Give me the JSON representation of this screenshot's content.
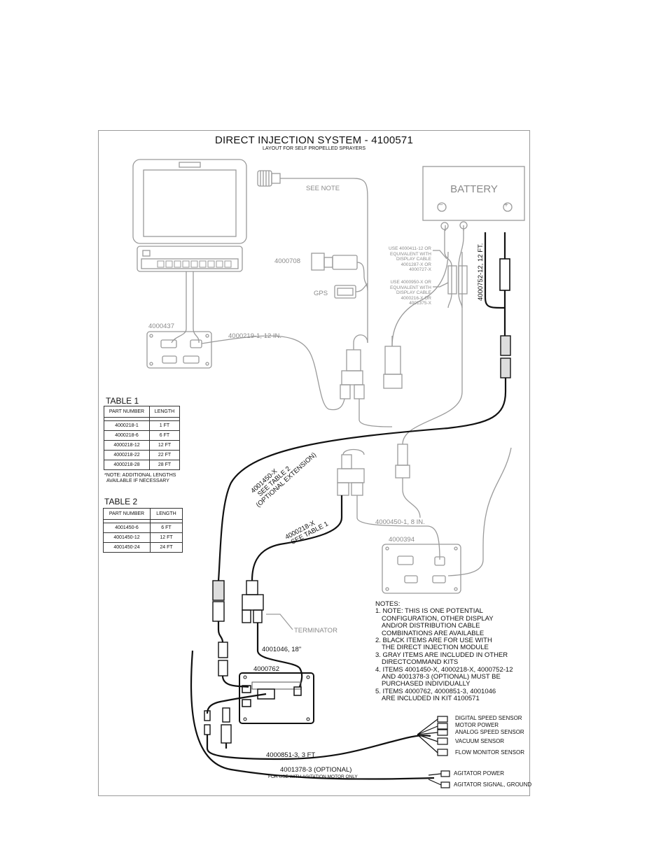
{
  "header": {
    "title": "DIRECT INJECTION SYSTEM - 4100571",
    "subtitle": "LAYOUT FOR SELF PROPELLED SPRAYERS"
  },
  "labels": {
    "see_note": "SEE NOTE",
    "part_4000708": "4000708",
    "gps": "GPS",
    "part_4000437": "4000437",
    "cable_4000219": "4000219-1, 12 IN.",
    "battery": "BATTERY",
    "battery_neg": "−",
    "battery_pos": "+",
    "use_1_lines": [
      "USE 4000411-12 OR",
      "EQUIVALENT WITH",
      "DISPLAY CABLE",
      "4001287-X OR",
      "4000727-X"
    ],
    "use_2_lines": [
      "USE 4000950-X OR",
      "EQUIVALENT WITH",
      "DISPLAY CABLE",
      "4000216-X OR",
      "4001375-X"
    ],
    "cable_4000752": "4000752-12, 12 FT.",
    "ext_lines": [
      "4001450-X",
      "SEE TABLE 2",
      "(OPTIONAL EXTENSION)"
    ],
    "cable_4000218_lines": [
      "4000218-X",
      "SEE TABLE 1"
    ],
    "cable_4000450": "4000450-1, 8 IN.",
    "part_4000394": "4000394",
    "terminator": "TERMINATOR",
    "cable_4001046": "4001046, 18\"",
    "part_4000762": "4000762",
    "cable_4000851": "4000851-3, 3 FT",
    "optional": "4001378-3 (OPTIONAL)",
    "optional_sub": "FOR USE WITH AGITATION MOTOR ONLY"
  },
  "table1": {
    "title": "TABLE 1",
    "headers": [
      "PART NUMBER",
      "LENGTH"
    ],
    "rows": [
      [
        "4000218-1",
        "1 FT"
      ],
      [
        "4000218-6",
        "6 FT"
      ],
      [
        "4000218-12",
        "12 FT"
      ],
      [
        "4000218-22",
        "22 FT"
      ],
      [
        "4000218-28",
        "28 FT"
      ]
    ],
    "note_lines": [
      "*NOTE: ADDITIONAL LENGTHS",
      " AVAILABLE IF NECESSARY"
    ]
  },
  "table2": {
    "title": "TABLE 2",
    "headers": [
      "PART NUMBER",
      "LENGTH"
    ],
    "rows": [
      [
        "4001450-6",
        "6 FT"
      ],
      [
        "4001450-12",
        "12 FT"
      ],
      [
        "4001450-24",
        "24 FT"
      ]
    ]
  },
  "notes": {
    "heading": "NOTES:",
    "lines": [
      {
        "text": "1. NOTE: THIS IS ONE POTENTIAL",
        "indent": false
      },
      {
        "text": "CONFIGURATION, OTHER DISPLAY",
        "indent": true
      },
      {
        "text": "AND/OR DISTRIBUTION CABLE",
        "indent": true
      },
      {
        "text": "COMBINATIONS ARE AVAILABLE",
        "indent": true
      },
      {
        "text": "2. BLACK ITEMS ARE FOR USE WITH",
        "indent": false
      },
      {
        "text": "THE DIRECT INJECTION MODULE",
        "indent": true
      },
      {
        "text": "3. GRAY ITEMS ARE INCLUDED IN OTHER",
        "indent": false
      },
      {
        "text": "DIRECTCOMMAND KITS",
        "indent": true
      },
      {
        "text": "4. ITEMS 4001450-X, 4000218-X, 4000752-12",
        "indent": false
      },
      {
        "text": "AND 4001378-3 (OPTIONAL) MUST BE",
        "indent": true
      },
      {
        "text": "PURCHASED INDIVIDUALLY",
        "indent": true
      },
      {
        "text": "5. ITEMS 4000762, 4000851-3, 4001046",
        "indent": false
      },
      {
        "text": "ARE INCLUDED IN KIT 4100571",
        "indent": true
      }
    ]
  },
  "sensors": [
    "DIGITAL SPEED SENSOR",
    "MOTOR POWER",
    "ANALOG SPEED SENSOR",
    "VACUUM SENSOR",
    "FLOW MONITOR SENSOR"
  ],
  "agitator": [
    "AGITATOR POWER",
    "AGITATOR SIGNAL, GROUND"
  ],
  "colors": {
    "black_item": "#111111",
    "gray_item": "#9a9a9a"
  }
}
